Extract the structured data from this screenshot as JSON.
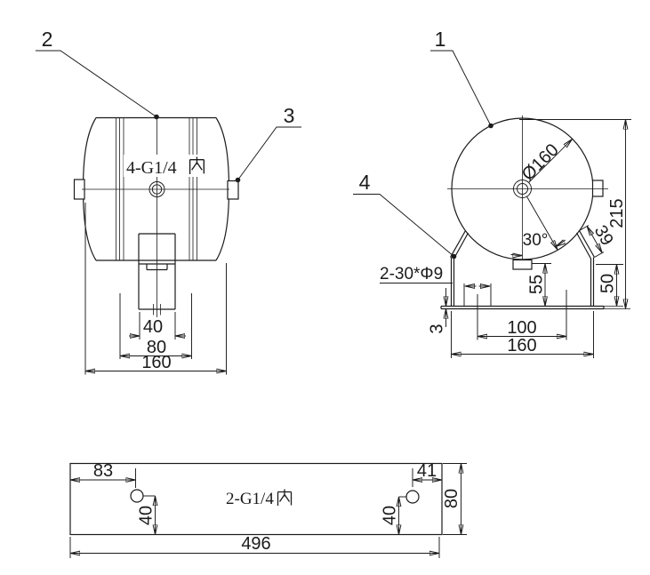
{
  "colors": {
    "background": "#ffffff",
    "ink": "#1b1b1b"
  },
  "callouts": {
    "c1": "1",
    "c2": "2",
    "c3": "3",
    "c4": "4"
  },
  "side_view": {
    "port_label": {
      "text": "4-G1/4",
      "cjk": "内"
    },
    "dim_40": "40",
    "dim_80": "80",
    "dim_160": "160"
  },
  "end_view": {
    "diameter": "Ø160",
    "angle": "30°",
    "bracket_holes": "2-30*Φ9",
    "dim_215": "215",
    "dim_55": "55",
    "dim_50": "50",
    "dim_39": "39",
    "dim_3": "3",
    "dim_100": "100",
    "dim_160": "160"
  },
  "plate_view": {
    "thread_label": {
      "text": "2-G1/4",
      "cjk": "内"
    },
    "dim_83": "83",
    "dim_41": "41",
    "dim_40_left": "40",
    "dim_40_right": "40",
    "dim_80": "80",
    "dim_496": "496"
  }
}
